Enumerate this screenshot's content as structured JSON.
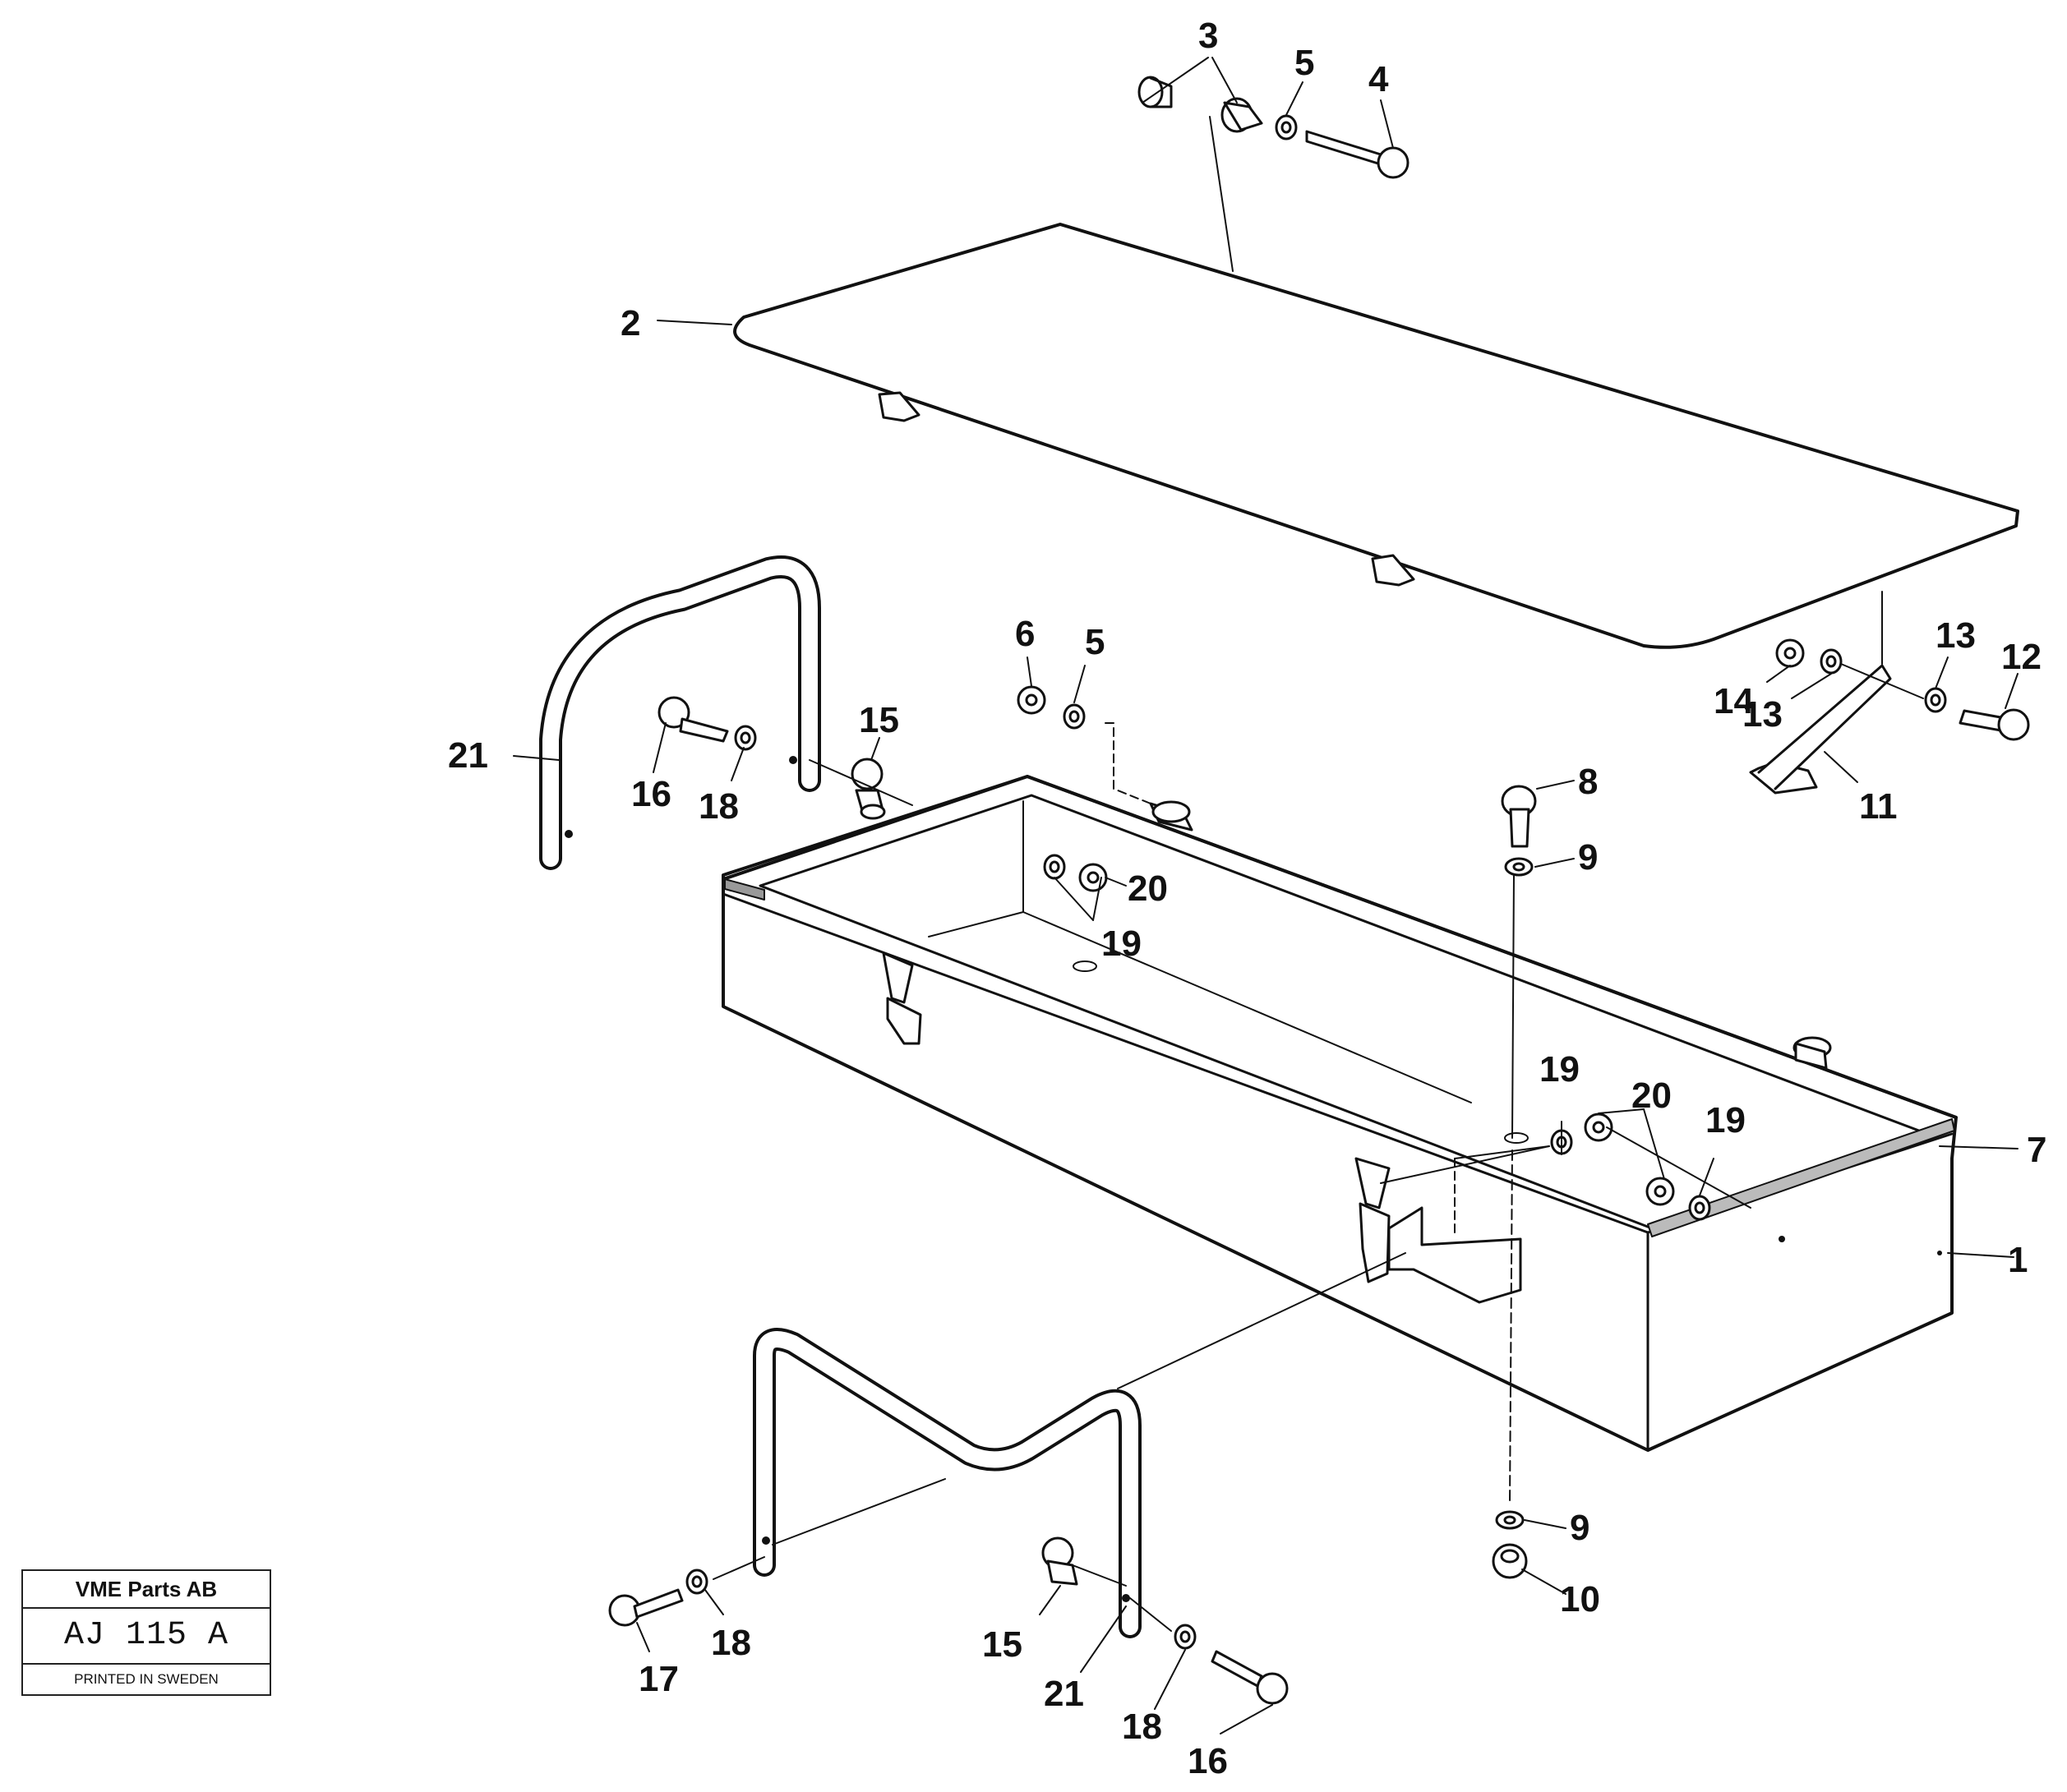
{
  "callouts": {
    "c1": "1",
    "c2": "2",
    "c3": "3",
    "c4": "4",
    "c5a": "5",
    "c5b": "5",
    "c6": "6",
    "c7": "7",
    "c8": "8",
    "c9a": "9",
    "c9b": "9",
    "c10": "10",
    "c11": "11",
    "c12": "12",
    "c13a": "13",
    "c13b": "13",
    "c14": "14",
    "c15a": "15",
    "c15b": "15",
    "c16a": "16",
    "c16b": "16",
    "c17": "17",
    "c18a": "18",
    "c18b": "18",
    "c18c": "18",
    "c19a": "19",
    "c19b": "19",
    "c19c": "19",
    "c20a": "20",
    "c20b": "20",
    "c21a": "21",
    "c21b": "21"
  },
  "title_block": {
    "company": "VME Parts AB",
    "drawing_number": "AJ 115 A",
    "printed": "PRINTED IN SWEDEN"
  }
}
